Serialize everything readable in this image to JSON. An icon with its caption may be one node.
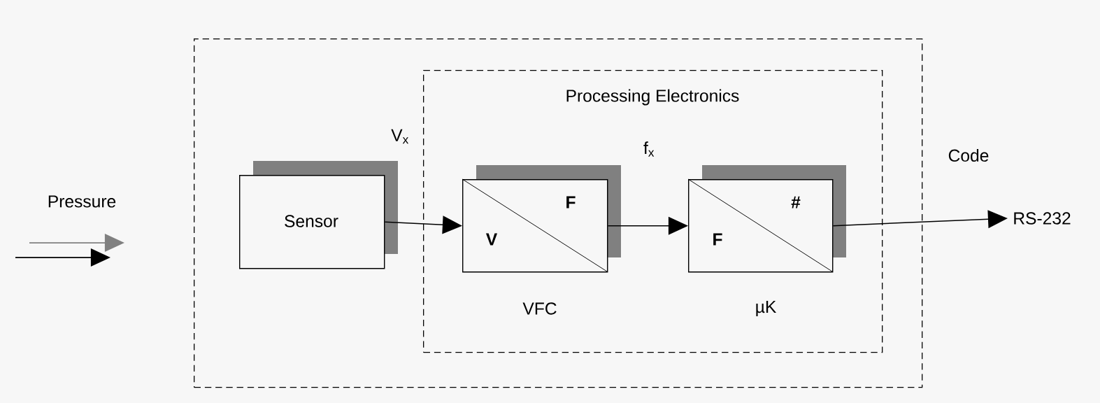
{
  "diagram": {
    "nodes": [
      {
        "text": [],
        "shape": "box"
      },
      {
        "text": [
          "Processing Electronics"
        ],
        "in": 0
      },
      {
        "text": [
          "Sensor"
        ],
        "in": 0
      },
      {
        "text": [
          "F",
          "V"
        ],
        "beside": [
          "VFC"
        ],
        "in": 1
      },
      {
        "text": [
          "#",
          "F"
        ],
        "beside": [
          "µK"
        ],
        "in": 1
      },
      {
        "text": [
          "RS-232"
        ]
      }
    ],
    "edges": [
      {
        "from": 2,
        "to": 3,
        "arrow": "to"
      },
      {
        "from": 3,
        "to": 4,
        "arrow": "to"
      },
      {
        "from": 4,
        "to": 5,
        "arrow": "to"
      }
    ],
    "labels": [
      "Pressure",
      "V$_{x}$",
      "f$_{x}$",
      "Code"
    ]
  }
}
